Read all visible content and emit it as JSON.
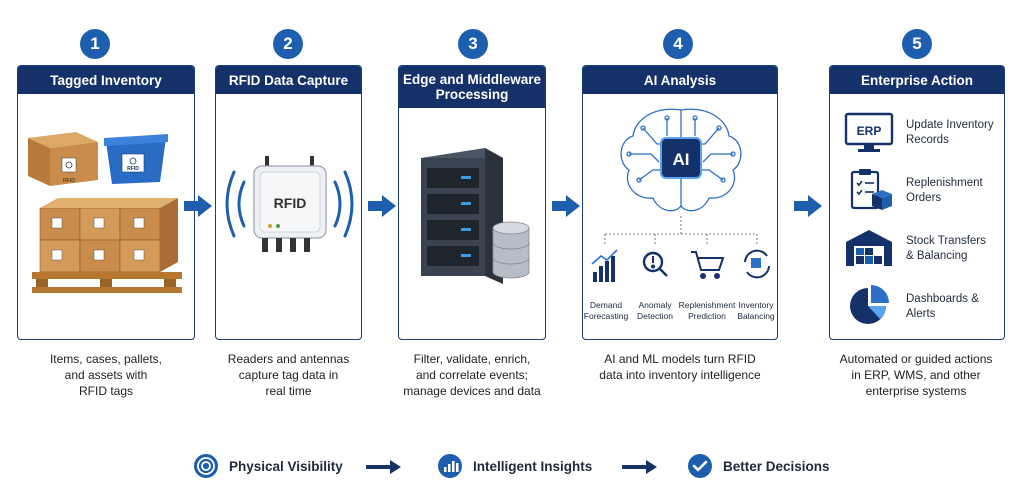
{
  "steps": [
    {
      "number": "1",
      "title": "Tagged Inventory",
      "caption_lines": [
        "Items, cases, pallets,",
        "and assets with",
        "RFID tags"
      ]
    },
    {
      "number": "2",
      "title": "RFID Data Capture",
      "caption_lines": [
        "Readers and antennas",
        "capture tag data in",
        "real time"
      ]
    },
    {
      "number": "3",
      "title_lines": [
        "Edge and Middleware",
        "Processing"
      ],
      "caption_lines": [
        "Filter, validate, enrich,",
        "and correlate events;",
        "manage devices and data"
      ]
    },
    {
      "number": "4",
      "title": "AI Analysis",
      "caption_lines": [
        "AI and ML models turn RFID",
        "data into inventory intelligence"
      ]
    },
    {
      "number": "5",
      "title": "Enterprise Action",
      "caption_lines": [
        "Automated or guided actions",
        "in ERP, WMS, and other",
        "enterprise systems"
      ]
    }
  ],
  "box_labels": {
    "box_tag": "RFID",
    "bin_tag": "RFID"
  },
  "reader_label": "RFID",
  "ai_chip_label": "AI",
  "ai_functions": [
    {
      "line1": "Demand",
      "line2": "Forecasting",
      "icon": "bar-chart-icon"
    },
    {
      "line1": "Anomaly",
      "line2": "Detection",
      "icon": "magnifier-icon"
    },
    {
      "line1": "Replenishment",
      "line2": "Prediction",
      "icon": "cart-icon"
    },
    {
      "line1": "Inventory",
      "line2": "Balancing",
      "icon": "cycle-icon"
    }
  ],
  "actions": [
    {
      "line1": "Update Inventory",
      "line2": "Records",
      "icon": "erp-monitor-icon",
      "badge": "ERP"
    },
    {
      "line1": "Replenishment",
      "line2": "Orders",
      "icon": "clipboard-box-icon"
    },
    {
      "line1": "Stock Transfers",
      "line2": "& Balancing",
      "icon": "warehouse-icon"
    },
    {
      "line1": "Dashboards &",
      "line2": "Alerts",
      "icon": "pie-chart-icon"
    }
  ],
  "footer": [
    {
      "label": "Physical Visibility",
      "icon": "target-icon"
    },
    {
      "label": "Intelligent Insights",
      "icon": "insight-chart-icon"
    },
    {
      "label": "Better Decisions",
      "icon": "check-icon"
    }
  ],
  "colors": {
    "navy": "#14316a",
    "accent_blue": "#1d5fae",
    "box_brown": "#c98c4a",
    "bin_blue": "#2a6cc4"
  }
}
